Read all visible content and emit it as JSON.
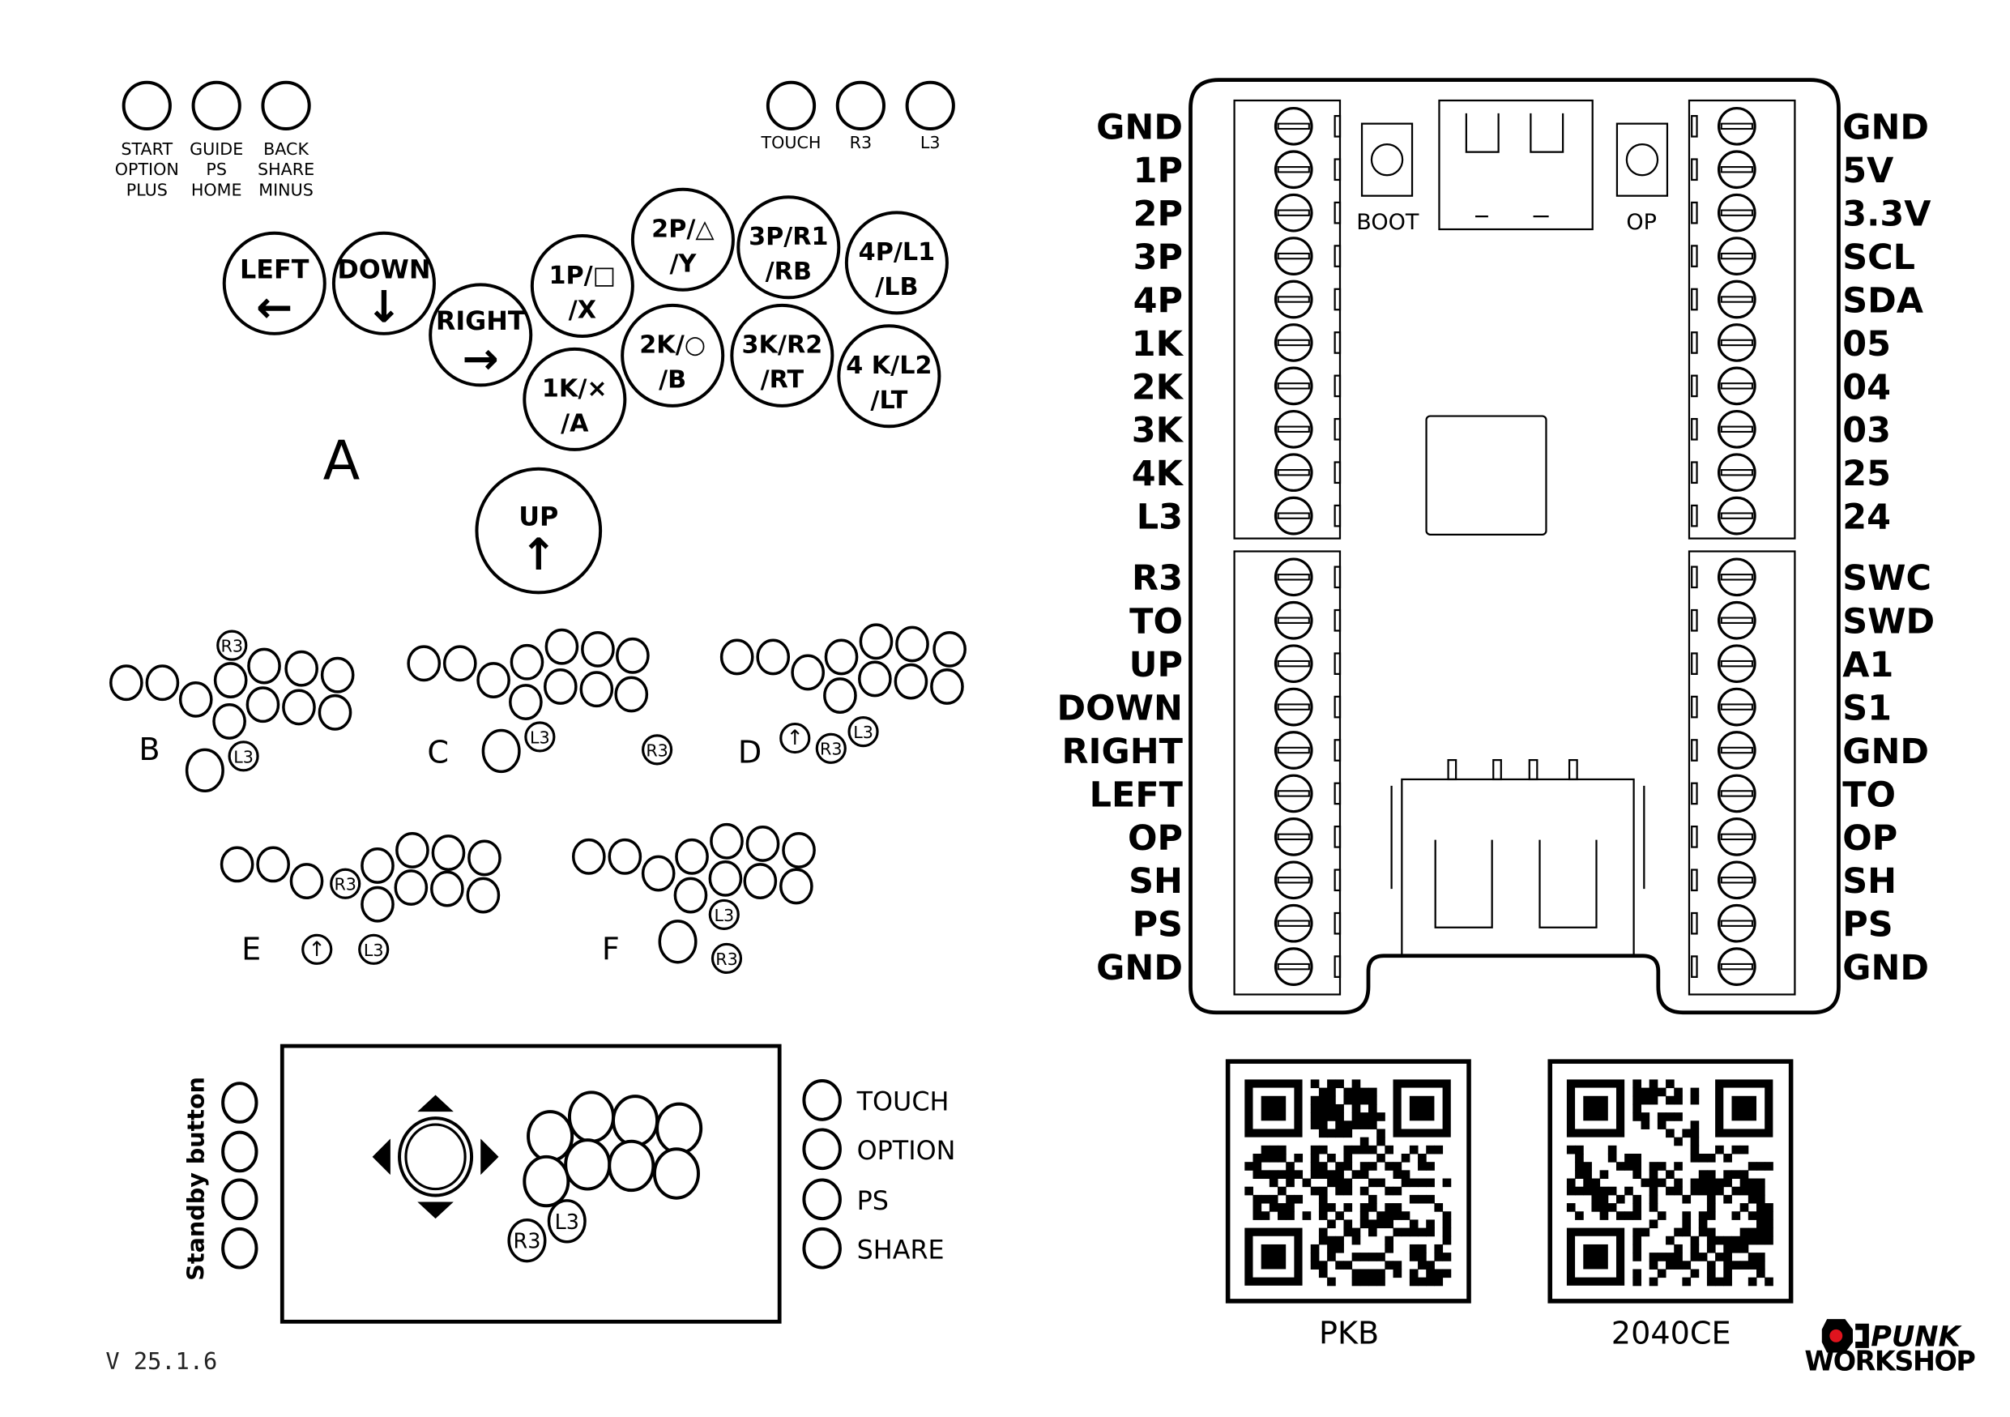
{
  "top_left_buttons": [
    {
      "lines": [
        "START",
        "OPTION",
        "PLUS"
      ]
    },
    {
      "lines": [
        "GUIDE",
        "PS",
        "HOME"
      ]
    },
    {
      "lines": [
        "BACK",
        "SHARE",
        "MINUS"
      ]
    }
  ],
  "top_right_buttons": [
    "TOUCH",
    "R3",
    "L3"
  ],
  "layout_a": {
    "label": "A",
    "buttons": [
      {
        "l1": "LEFT",
        "l2": "←"
      },
      {
        "l1": "DOWN",
        "l2": "↓"
      },
      {
        "l1": "RIGHT",
        "l2": "→"
      },
      {
        "l1": "1P/□",
        "l2": "/X"
      },
      {
        "l1": "2P/△",
        "l2": "/Y"
      },
      {
        "l1": "3P/R1",
        "l2": "/RB"
      },
      {
        "l1": "4P/L1",
        "l2": "/LB"
      },
      {
        "l1": "1K/×",
        "l2": "/A"
      },
      {
        "l1": "2K/○",
        "l2": "/B"
      },
      {
        "l1": "3K/R2",
        "l2": "/RT"
      },
      {
        "l1": "4 K/L2",
        "l2": "/LT"
      },
      {
        "l1": "UP",
        "l2": "↑"
      }
    ]
  },
  "layouts": [
    {
      "label": "B",
      "extras": [
        "R3",
        "L3"
      ]
    },
    {
      "label": "C",
      "extras": [
        "L3",
        "R3"
      ]
    },
    {
      "label": "D",
      "extras": [
        "↑",
        "R3",
        "L3"
      ]
    },
    {
      "label": "E",
      "extras": [
        "R3",
        "↑",
        "L3"
      ]
    },
    {
      "label": "F",
      "extras": [
        "L3",
        "R3"
      ]
    }
  ],
  "box_panel": {
    "standby_label": "Standby button",
    "extras": [
      "L3",
      "R3"
    ],
    "side_buttons": [
      "TOUCH",
      "OPTION",
      "PS",
      "SHARE"
    ]
  },
  "version": "V 25.1.6",
  "board": {
    "left_pins": [
      "GND",
      "1P",
      "2P",
      "3P",
      "4P",
      "1K",
      "2K",
      "3K",
      "4K",
      "L3",
      "R3",
      "TO",
      "UP",
      "DOWN",
      "RIGHT",
      "LEFT",
      "OP",
      "SH",
      "PS",
      "GND"
    ],
    "right_pins": [
      "GND",
      "5V",
      "3.3V",
      "SCL",
      "SDA",
      "05",
      "04",
      "03",
      "25",
      "24",
      "SWC",
      "SWD",
      "A1",
      "S1",
      "GND",
      "TO",
      "OP",
      "SH",
      "PS",
      "GND"
    ],
    "boot_label": "BOOT",
    "op_label": "OP"
  },
  "qr_codes": [
    {
      "label": "PKB"
    },
    {
      "label": "2040CE"
    }
  ],
  "logo": {
    "line1": "PUNK",
    "line2": "WORKSHOP",
    "accent": "#e0141e"
  }
}
